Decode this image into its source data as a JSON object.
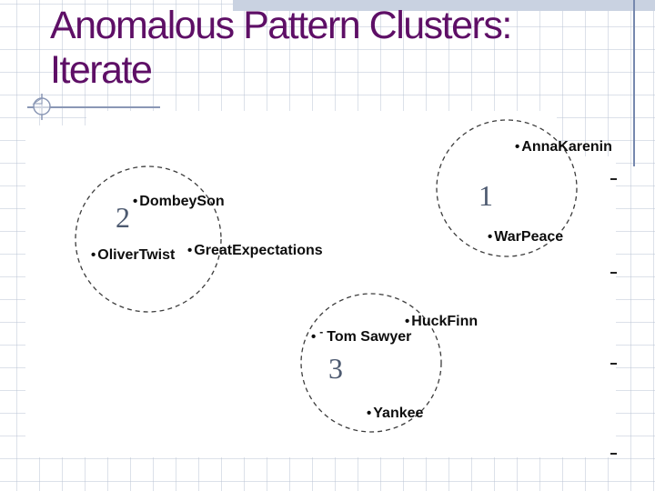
{
  "title": {
    "line1": "Anomalous Pattern Clusters:",
    "line2": "Iterate"
  },
  "decor": {
    "bullet": "•",
    "tom_dash": "-"
  },
  "clusters": [
    {
      "number": "1",
      "points": [
        "AnnaKarenin",
        "WarPeace"
      ]
    },
    {
      "number": "2",
      "points": [
        "DombeySon",
        "OliverTwist",
        "GreatExpectations"
      ]
    },
    {
      "number": "3",
      "points": [
        "HuckFinn",
        "Tom Sawyer",
        "Yankee"
      ]
    }
  ],
  "colors": {
    "title_text": "#5e0f66",
    "cluster_number": "#4d5a70",
    "accent_line": "#7688ae",
    "top_band": "#c9d2e1",
    "point_label": "#0d0d0d",
    "circle_stroke": "#3c3c3c",
    "grid_line": "#bac3d4"
  }
}
